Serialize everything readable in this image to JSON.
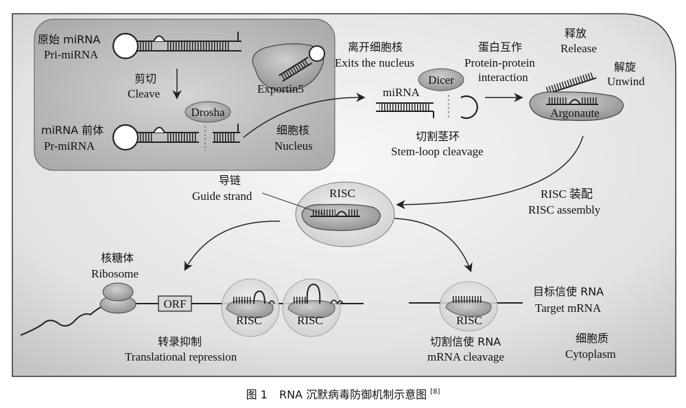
{
  "nucleus": {
    "pri_cn": "原始 miRNA",
    "pri_en": "Pri-miRNA",
    "cleave_cn": "剪切",
    "cleave_en": "Cleave",
    "drosha": "Drosha",
    "pre_cn": "miRNA 前体",
    "pre_en": "Pr-miRNA",
    "nucleus_cn": "细胞核",
    "nucleus_en": "Nucleus",
    "exportin": "Exportin5"
  },
  "export": {
    "cn": "离开细胞核",
    "en": "Exits the nucleus"
  },
  "dicer": {
    "label": "Dicer",
    "mirna": "miRNA",
    "cleave_cn": "切割茎环",
    "cleave_en": "Stem-loop cleavage"
  },
  "ppi": {
    "cn": "蛋白互作",
    "en1": "Protein-protein",
    "en2": "interaction"
  },
  "release": {
    "cn": "释放",
    "en": "Release"
  },
  "unwind": {
    "cn": "解旋",
    "en": "Unwind"
  },
  "argonaute": "Argonaute",
  "assembly": {
    "cn": "RISC 装配",
    "en": "RISC assembly"
  },
  "guide": {
    "cn": "导链",
    "en": "Guide strand"
  },
  "risc_label": "RISC",
  "ribosome": {
    "cn": "核糖体",
    "en": "Ribosome"
  },
  "orf": "ORF",
  "repression": {
    "cn": "转录抑制",
    "en": "Translational repression"
  },
  "target": {
    "cn": "目标信使 RNA",
    "en": "Target mRNA"
  },
  "mrna_cleavage": {
    "cn": "切割信使 RNA",
    "en": "mRNA cleavage"
  },
  "cytoplasm": {
    "cn": "细胞质",
    "en": "Cytoplasm"
  },
  "caption": {
    "figure": "图 1",
    "text": "RNA 沉默病毒防御机制示意图",
    "ref": "[8]"
  },
  "colors": {
    "cell_fill_light": "#f4f4f4",
    "cell_fill_dark": "#c8c8c8",
    "nucleus_fill": "#bdbdbd",
    "protein": "#a9a9a9",
    "risc_halo": "#dcdcdc"
  }
}
